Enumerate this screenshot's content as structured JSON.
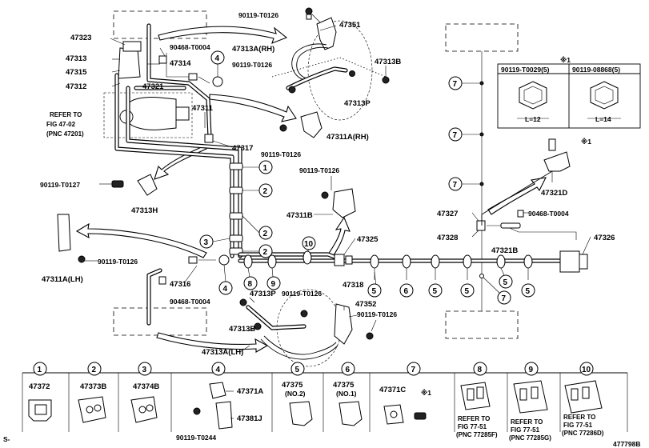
{
  "figure_id": "477798B",
  "corner_mark": "S-",
  "callouts": {
    "p90119_T0126_a": "90119-T0126",
    "p47351": "47351",
    "p47323": "47323",
    "p90468_T0004_a": "90468-T0004",
    "p47313A_RH": "47313A(RH)",
    "p47313": "47313",
    "p47314": "47314",
    "p90119_T0126_b": "90119-T0126",
    "p47313B_a": "47313B",
    "p47315": "47315",
    "p47312": "47312",
    "p47321": "47321",
    "p47313P_a": "47313P",
    "p47311": "47311",
    "p90119_T0126_c": "90119-T0126",
    "p47311A_RH": "47311A(RH)",
    "p47317": "47317",
    "p90119_T0127": "90119-T0127",
    "p47313H": "47313H",
    "p90119_T0126_d": "90119-T0126",
    "p47311B": "47311B",
    "p47311A_LH": "47311A(LH)",
    "p90119_T0126_e": "90119-T0126",
    "p47316": "47316",
    "p90468_T0004_b": "90468-T0004",
    "p47313P_b": "47313P",
    "p90119_T0126_f": "90119-T0126",
    "p47352": "47352",
    "p47313B_b": "47313B",
    "p90119_T0126_g": "90119-T0126",
    "p47313A_LH": "47313A(LH)",
    "p47325": "47325",
    "p47318": "47318",
    "p47321D": "47321D",
    "p47327": "47327",
    "p90468_T0004_c": "90468-T0004",
    "p47328": "47328",
    "p47321B": "47321B",
    "p47326": "47326"
  },
  "refer_fig": {
    "line1": "REFER TO",
    "line2": "FIG 47-02",
    "line3": "(PNC 47201)"
  },
  "bolt_box": {
    "mark": "※1",
    "col1_label": "90119-T0029(5)",
    "col2_label": "90119-08868(5)",
    "col1_len": "L=12",
    "col2_len": "L=14"
  },
  "star_mark": "※1",
  "circle_nums": [
    "1",
    "2",
    "3",
    "4",
    "5",
    "6",
    "7",
    "8",
    "9",
    "10"
  ],
  "legend": [
    {
      "num": "1",
      "part": "47372",
      "extra": ""
    },
    {
      "num": "2",
      "part": "47373B",
      "extra": ""
    },
    {
      "num": "3",
      "part": "47374B",
      "extra": ""
    },
    {
      "num": "4",
      "part": "47371A",
      "part2": "47381J",
      "bolt": "90119-T0244"
    },
    {
      "num": "5",
      "part": "47375",
      "extra": "(NO.2)"
    },
    {
      "num": "6",
      "part": "47375",
      "extra": "(NO.1)"
    },
    {
      "num": "7",
      "part": "47371C",
      "star": "※1"
    },
    {
      "num": "8",
      "ref1": "REFER TO",
      "ref2": "FIG 77-51",
      "ref3": "(PNC 77285F)"
    },
    {
      "num": "9",
      "ref1": "REFER TO",
      "ref2": "FIG 77-51",
      "ref3": "(PNC 77285G)"
    },
    {
      "num": "10",
      "ref1": "REFER TO",
      "ref2": "FIG 77-51",
      "ref3": "(PNC 77286D)"
    }
  ]
}
